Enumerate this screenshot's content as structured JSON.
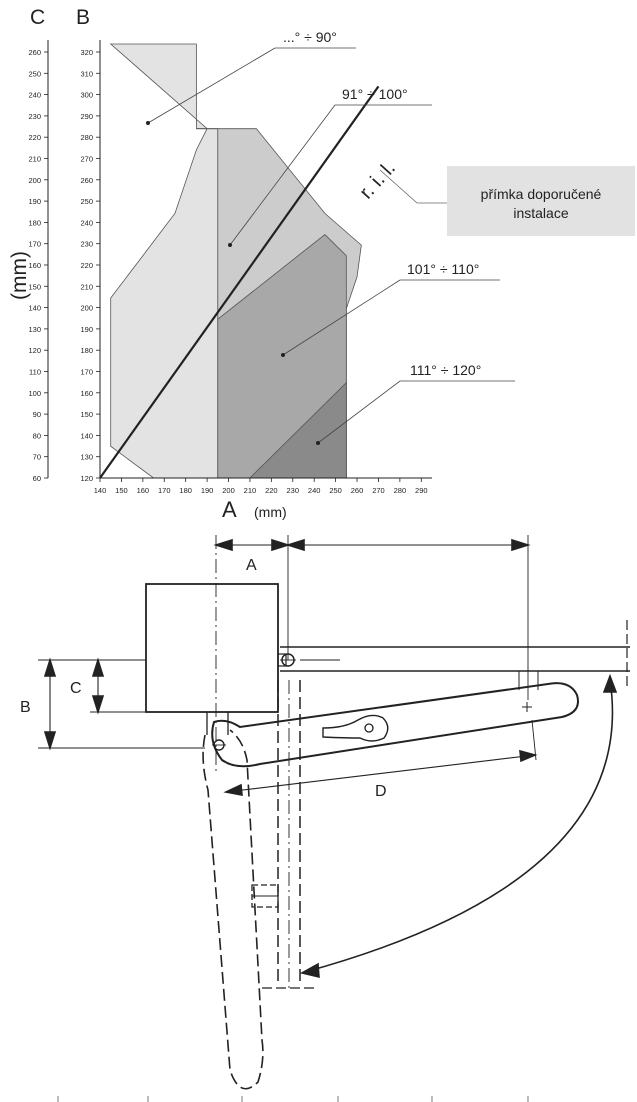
{
  "chart_data": {
    "type": "area",
    "column_headers": {
      "c": "C",
      "b": "B"
    },
    "y_axis_label": "(mm)",
    "x_axis_label": "A",
    "x_axis_unit": "(mm)",
    "x_ticks": [
      140,
      150,
      160,
      170,
      180,
      190,
      200,
      210,
      220,
      230,
      240,
      250,
      260,
      270,
      280,
      290
    ],
    "b_ticks": [
      320,
      310,
      300,
      290,
      280,
      270,
      260,
      250,
      240,
      230,
      220,
      210,
      200,
      190,
      180,
      170,
      160,
      150,
      140,
      130,
      120
    ],
    "c_ticks": [
      260,
      250,
      240,
      230,
      220,
      210,
      200,
      190,
      180,
      170,
      160,
      150,
      140,
      130,
      120,
      110,
      100,
      90,
      80,
      70,
      60
    ],
    "xlim": [
      140,
      295
    ],
    "ylim": [
      120,
      325
    ],
    "zones": [
      {
        "label": "...° ÷ 90°",
        "color": "#e3e3e3",
        "polygon": [
          [
            145,
            325
          ],
          [
            185,
            325
          ],
          [
            185,
            285
          ],
          [
            195,
            285
          ],
          [
            195,
            120
          ],
          [
            165,
            120
          ],
          [
            145,
            135
          ],
          [
            145,
            205
          ],
          [
            160,
            225
          ],
          [
            175,
            245
          ],
          [
            185,
            275
          ],
          [
            190,
            285
          ],
          [
            145,
            325
          ]
        ]
      },
      {
        "label": "91° ÷ 100°",
        "color": "#cccccc",
        "polygon": [
          [
            185,
            285
          ],
          [
            195,
            285
          ],
          [
            213,
            285
          ],
          [
            245,
            245
          ],
          [
            262,
            230
          ],
          [
            260,
            215
          ],
          [
            255,
            200
          ],
          [
            255,
            120
          ],
          [
            195,
            120
          ],
          [
            195,
            285
          ]
        ]
      },
      {
        "label": "101° ÷ 110°",
        "color": "#a8a8a8",
        "polygon": [
          [
            195,
            195
          ],
          [
            245,
            235
          ],
          [
            255,
            225
          ],
          [
            255,
            120
          ],
          [
            195,
            120
          ]
        ]
      },
      {
        "label": "111° ÷ 120°",
        "color": "#8a8a8a",
        "polygon": [
          [
            210,
            120
          ],
          [
            255,
            165
          ],
          [
            255,
            120
          ]
        ]
      }
    ],
    "reference_line": {
      "label": "r. i. l.",
      "from": [
        140,
        120
      ],
      "to": [
        270,
        305
      ]
    },
    "callout": {
      "text_line1": "přímka doporučené",
      "text_line2": "instalace"
    }
  },
  "mechanism": {
    "dimension_labels": {
      "a": "A",
      "b": "B",
      "c": "C",
      "d": "D"
    }
  }
}
